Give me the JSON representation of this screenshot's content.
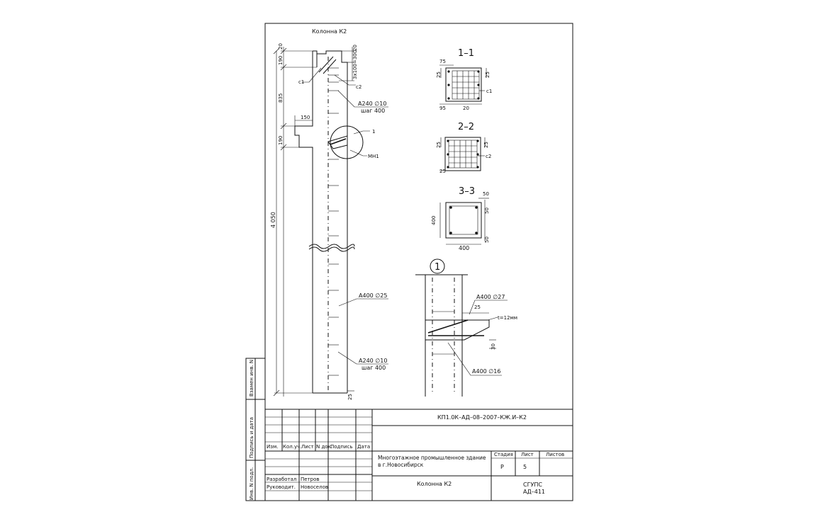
{
  "column": {
    "title": "Колонна К2",
    "dims": {
      "d190a": "190",
      "d20a": "20",
      "d20b": "20",
      "d3x100": "3х100=300",
      "d835": "835",
      "d150": "150",
      "d190b": "190",
      "d4050": "4 050",
      "d25": "25"
    },
    "labels": {
      "c1": "с1",
      "c2": "с2",
      "rebar_top": "А240 ∅10",
      "step_top": "шаг 400",
      "ref1": "1",
      "mn1": "МН1",
      "rebar_main": "А400 ∅25",
      "rebar_bottom": "А240 ∅10",
      "step_bottom": "шаг 400"
    }
  },
  "sections": {
    "s11": {
      "title": "1–1",
      "d75": "75",
      "d25a": "25",
      "d25b": "25",
      "d95": "95",
      "d20": "20",
      "c1": "с1"
    },
    "s22": {
      "title": "2–2",
      "d25a": "25",
      "d25b": "25",
      "d25c": "25",
      "c2": "с2"
    },
    "s33": {
      "title": "3–3",
      "d50a": "50",
      "d400v": "400",
      "d50b": "50",
      "d50c": "50",
      "d400h": "400"
    }
  },
  "node": {
    "number": "1",
    "rebar_top": "А400 ∅27",
    "d25": "25",
    "plate": "t=12мм",
    "d30": "30",
    "rebar_bottom": "А400 ∅16"
  },
  "side_stamp": {
    "inv_orig": "Инв. N подл.",
    "sign_date": "Подпись и дата",
    "replace_inv": "Взамен инв. N"
  },
  "title_block": {
    "code": "КП1.0К–АД–08–2007–КЖ.И–К2",
    "head": [
      "Изм.",
      "Кол.уч.",
      "Лист",
      "N док.",
      "Подпись",
      "Дата"
    ],
    "role_dev": "Разработал",
    "name_dev": "Петров",
    "role_sup": "Руководит.",
    "name_sup": "Новоселов",
    "project": "Многоэтажное промышленное здание в г.Новосибирск",
    "sheet_title": "Колонна К2",
    "stage_h": "Стадия",
    "sheet_h": "Лист",
    "sheets_h": "Листов",
    "stage": "Р",
    "sheet": "5",
    "org1": "СГУПС",
    "org2": "АД–411"
  }
}
